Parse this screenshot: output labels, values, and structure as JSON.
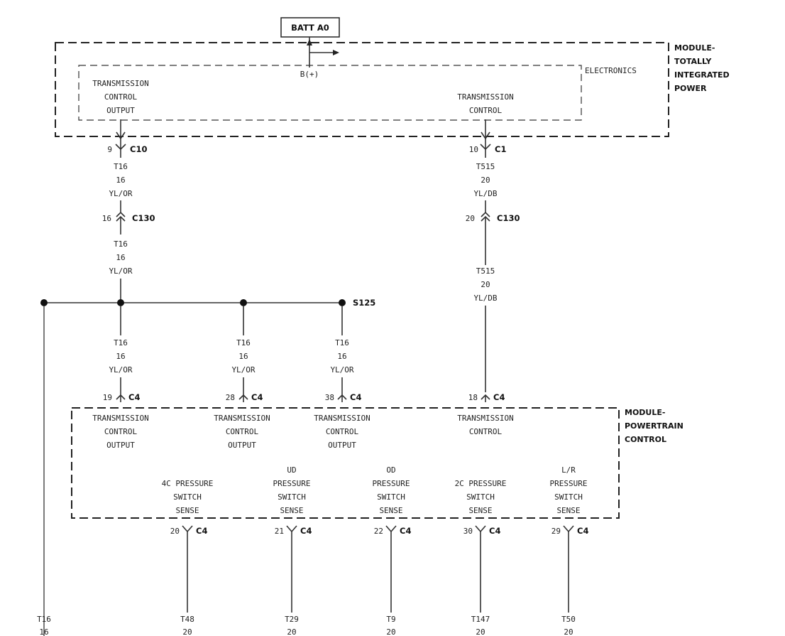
{
  "batt": "BATT A0",
  "bplus": "B(+)",
  "tipm": {
    "title_lines": [
      "MODULE-",
      "TOTALLY",
      "INTEGRATED",
      "POWER"
    ],
    "electronics": "ELECTRONICS",
    "tc_output_lines": [
      "TRANSMISSION",
      "CONTROL",
      "OUTPUT"
    ],
    "tc_lines": [
      "TRANSMISSION",
      "CONTROL"
    ]
  },
  "pcm": {
    "title_lines": [
      "MODULE-",
      "POWERTRAIN",
      "CONTROL"
    ],
    "outputs": [
      {
        "lines": [
          "TRANSMISSION",
          "CONTROL",
          "OUTPUT"
        ]
      },
      {
        "lines": [
          "TRANSMISSION",
          "CONTROL",
          "OUTPUT"
        ]
      },
      {
        "lines": [
          "TRANSMISSION",
          "CONTROL",
          "OUTPUT"
        ]
      },
      {
        "lines": [
          "TRANSMISSION",
          "CONTROL"
        ]
      }
    ],
    "senses": [
      {
        "lines": [
          "4C PRESSURE",
          "SWITCH",
          "SENSE"
        ]
      },
      {
        "lines": [
          "UD",
          "PRESSURE",
          "SWITCH",
          "SENSE"
        ]
      },
      {
        "lines": [
          "OD",
          "PRESSURE",
          "SWITCH",
          "SENSE"
        ]
      },
      {
        "lines": [
          "2C PRESSURE",
          "SWITCH",
          "SENSE"
        ]
      },
      {
        "lines": [
          "L/R",
          "PRESSURE",
          "SWITCH",
          "SENSE"
        ]
      }
    ]
  },
  "connectors": {
    "c10": {
      "pin": "9",
      "name": "C10"
    },
    "c1": {
      "pin": "10",
      "name": "C1"
    },
    "c130_left": {
      "pin": "16",
      "name": "C130"
    },
    "c130_right": {
      "pin": "20",
      "name": "C130"
    },
    "c4_19": {
      "pin": "19",
      "name": "C4"
    },
    "c4_28": {
      "pin": "28",
      "name": "C4"
    },
    "c4_38": {
      "pin": "38",
      "name": "C4"
    },
    "c4_18": {
      "pin": "18",
      "name": "C4"
    },
    "c4_20": {
      "pin": "20",
      "name": "C4"
    },
    "c4_21": {
      "pin": "21",
      "name": "C4"
    },
    "c4_22": {
      "pin": "22",
      "name": "C4"
    },
    "c4_30": {
      "pin": "30",
      "name": "C4"
    },
    "c4_29": {
      "pin": "29",
      "name": "C4"
    }
  },
  "splice": "S125",
  "wires": {
    "t16_upper": [
      "T16",
      "16",
      "YL/OR"
    ],
    "t16_mid": [
      "T16",
      "16",
      "YL/OR"
    ],
    "t515_upper": [
      "T515",
      "20",
      "YL/DB"
    ],
    "t515_lower": [
      "T515",
      "20",
      "YL/DB"
    ],
    "t16_drop1": [
      "T16",
      "16",
      "YL/OR"
    ],
    "t16_drop2": [
      "T16",
      "16",
      "YL/OR"
    ],
    "t16_drop3": [
      "T16",
      "16",
      "YL/OR"
    ],
    "bottom": [
      [
        "T16",
        "16"
      ],
      [
        "T48",
        "20"
      ],
      [
        "T29",
        "20"
      ],
      [
        "T9",
        "20"
      ],
      [
        "T147",
        "20"
      ],
      [
        "T50",
        "20"
      ]
    ]
  }
}
